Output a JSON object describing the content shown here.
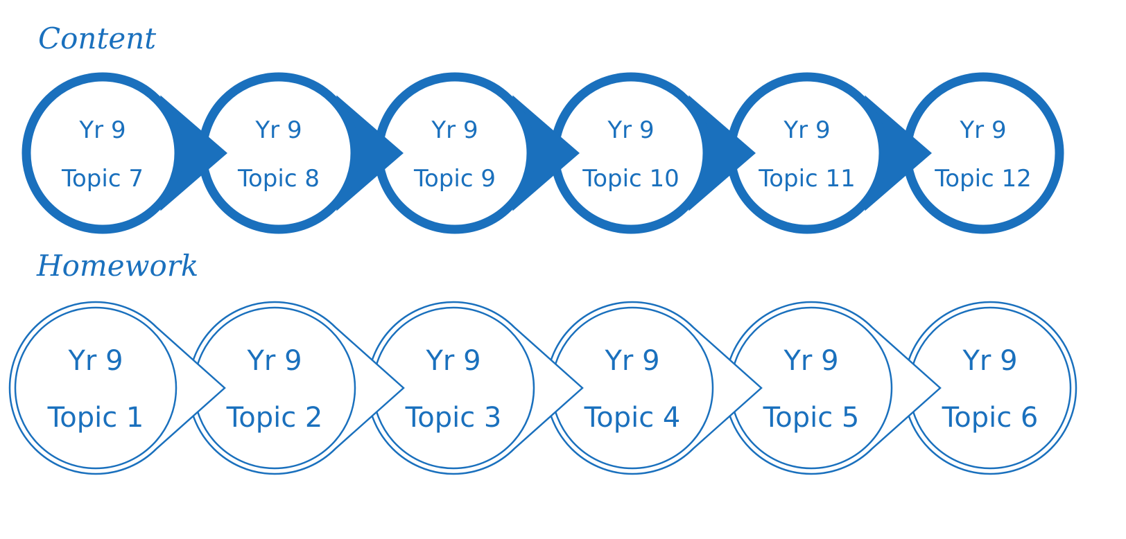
{
  "colors": {
    "primary": "#1a70bd",
    "background": "#ffffff"
  },
  "rows": [
    {
      "id": "content",
      "label": "Content",
      "style": "thick",
      "nodes": [
        {
          "line1": "Yr 9",
          "line2": "Topic 7"
        },
        {
          "line1": "Yr 9",
          "line2": "Topic 8"
        },
        {
          "line1": "Yr 9",
          "line2": "Topic 9"
        },
        {
          "line1": "Yr 9",
          "line2": "Topic 10"
        },
        {
          "line1": "Yr 9",
          "line2": "Topic 11"
        },
        {
          "line1": "Yr 9",
          "line2": "Topic 12"
        }
      ]
    },
    {
      "id": "homework",
      "label": "Homework",
      "style": "double",
      "nodes": [
        {
          "line1": "Yr 9",
          "line2": "Topic 1"
        },
        {
          "line1": "Yr 9",
          "line2": "Topic 2"
        },
        {
          "line1": "Yr 9",
          "line2": "Topic 3"
        },
        {
          "line1": "Yr 9",
          "line2": "Topic 4"
        },
        {
          "line1": "Yr 9",
          "line2": "Topic 5"
        },
        {
          "line1": "Yr 9",
          "line2": "Topic 6"
        }
      ]
    }
  ]
}
